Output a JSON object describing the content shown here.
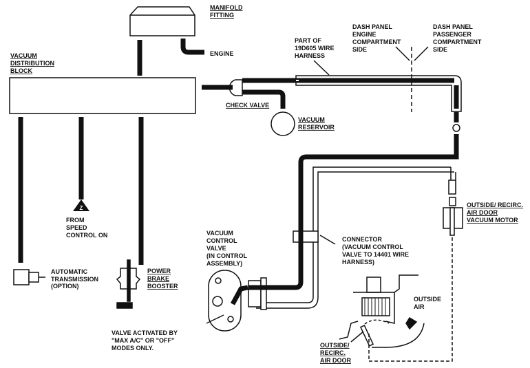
{
  "labels": {
    "manifold": [
      "MANIFOLD",
      "FITTING"
    ],
    "engine": "ENGINE",
    "distribution_block": [
      "VACUUM",
      "DISTRIBUTION",
      "BLOCK"
    ],
    "check_valve": "CHECK VALVE",
    "reservoir": [
      "VACUUM",
      "RESERVOIR"
    ],
    "harness": [
      "PART OF",
      "19D605 WIRE",
      "HARNESS"
    ],
    "dash_engine": [
      "DASH PANEL",
      "ENGINE",
      "COMPARTMENT",
      "SIDE"
    ],
    "dash_passenger": [
      "DASH PANEL",
      "PASSENGER",
      "COMPARTMENT",
      "SIDE"
    ],
    "speed_control_marker": "Z",
    "speed_control": [
      "FROM",
      "SPEED",
      "CONTROL ON"
    ],
    "auto_trans": [
      "AUTOMATIC",
      "TRANSMISSION",
      "(OPTION)"
    ],
    "brake_booster": [
      "POWER",
      "BRAKE",
      "BOOSTER"
    ],
    "control_valve": [
      "VACUUM",
      "CONTROL",
      "VALVE",
      "(IN CONTROL",
      "ASSEMBLY)"
    ],
    "valve_note": [
      "VALVE ACTIVATED BY",
      "\"MAX A/C\" OR \"OFF\"",
      "MODES ONLY."
    ],
    "connector": [
      "CONNECTOR",
      "(VACUUM CONTROL",
      "VALVE TO 14401 WIRE",
      "HARNESS)"
    ],
    "motor": [
      "OUTSIDE/ RECIRC.",
      "AIR DOOR",
      "VACUUM MOTOR"
    ],
    "outside_air": [
      "OUTSIDE",
      "AIR"
    ],
    "air_door": [
      "OUTSIDE/",
      "RECIRC.",
      "AIR DOOR"
    ]
  }
}
